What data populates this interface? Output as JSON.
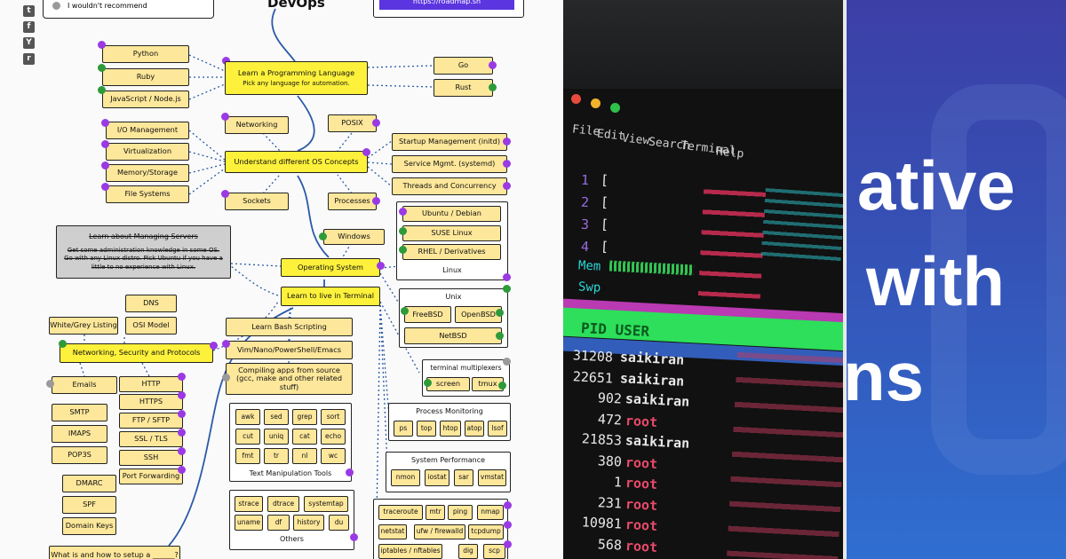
{
  "roadmap": {
    "survey_option": "I wouldn't recommend",
    "title": "DevOps",
    "url_button": "https://roadmap.sh",
    "share_icons": [
      "twitter-icon",
      "facebook-icon",
      "hackernews-icon",
      "reddit-icon"
    ],
    "languages": {
      "python": "Python",
      "ruby": "Ruby",
      "js": "JavaScript / Node.js",
      "main": "Learn a Programming Language",
      "main_sub": "Pick any language for automation.",
      "go": "Go",
      "rust": "Rust"
    },
    "os": {
      "io": "I/O Management",
      "virt": "Virtualization",
      "mem": "Memory/Storage",
      "fs": "File Systems",
      "networking": "Networking",
      "posix": "POSIX",
      "main": "Understand different OS Concepts",
      "sockets": "Sockets",
      "processes": "Processes",
      "startup": "Startup Management (initd)",
      "service": "Service Mgmt. (systemd)",
      "threads": "Threads and Concurrency"
    },
    "servers": {
      "title": "Learn about Managing Servers",
      "desc": "Get some administration knowledge in some OS. Go with any Linux distro. Pick Ubuntu if you have a little to no experience with Linux."
    },
    "linux": {
      "ubuntu": "Ubuntu / Debian",
      "suse": "SUSE Linux",
      "rhel": "RHEL / Derivatives",
      "label": "Linux",
      "windows": "Windows",
      "os_node": "Operating System"
    },
    "unix": {
      "label": "Unix",
      "freebsd": "FreeBSD",
      "openbsd": "OpenBSD",
      "netbsd": "NetBSD"
    },
    "terminal": {
      "main": "Learn to live in Terminal",
      "bash": "Learn Bash Scripting",
      "editors": "Vim/Nano/PowerShell/Emacs",
      "compile": "Compiling apps from source (gcc, make and other related stuff)",
      "text_tools": [
        "awk",
        "sed",
        "grep",
        "sort",
        "cut",
        "uniq",
        "cat",
        "echo",
        "fmt",
        "tr",
        "nl",
        "wc"
      ],
      "text_label": "Text Manipulation Tools",
      "others": [
        "strace",
        "dtrace",
        "systemtap",
        "uname",
        "df",
        "history",
        "du"
      ],
      "others_label": "Others"
    },
    "multiplexers": {
      "label": "terminal multiplexers",
      "screen": "screen",
      "tmux": "tmux"
    },
    "process": {
      "label": "Process Monitoring",
      "tools": [
        "ps",
        "top",
        "htop",
        "atop",
        "lsof"
      ]
    },
    "perf": {
      "label": "System Performance",
      "tools": [
        "nmon",
        "iostat",
        "sar",
        "vmstat"
      ]
    },
    "net_tools": [
      "traceroute",
      "mtr",
      "ping",
      "nmap",
      "netstat",
      "ufw / firewalld",
      "tcpdump",
      "iptables / nftables",
      "dig",
      "scp"
    ],
    "network": {
      "dns": "DNS",
      "osi": "OSI Model",
      "wg": "White/Grey Listing",
      "main": "Networking, Security and Protocols",
      "emails": "Emails",
      "smtp": "SMTP",
      "imaps": "IMAPS",
      "pop3s": "POP3S",
      "dmarc": "DMARC",
      "spf": "SPF",
      "domain": "Domain Keys",
      "http": "HTTP",
      "https": "HTTPS",
      "ftp": "FTP / SFTP",
      "ssl": "SSL / TLS",
      "ssh": "SSH",
      "port": "Port Forwarding",
      "setup": "What is and how to setup a ______?"
    }
  },
  "terminal_photo": {
    "menu": [
      "File",
      "Edit",
      "View",
      "Search",
      "Terminal",
      "Help"
    ],
    "cpu_rows": [
      "1",
      "2",
      "3",
      "4"
    ],
    "mem_label": "Mem",
    "swp_label": "Swp",
    "header": "PID USER",
    "processes": [
      {
        "pid": "31208",
        "user": "saikiran",
        "user_color": "#e8e8e8"
      },
      {
        "pid": "22651",
        "user": "saikiran",
        "user_color": "#e8e8e8"
      },
      {
        "pid": "902",
        "user": "saikiran",
        "user_color": "#e8e8e8"
      },
      {
        "pid": "472",
        "user": "root",
        "user_color": "#e84a6a"
      },
      {
        "pid": "21853",
        "user": "saikiran",
        "user_color": "#e8e8e8"
      },
      {
        "pid": "380",
        "user": "root",
        "user_color": "#e84a6a"
      },
      {
        "pid": "1",
        "user": "root",
        "user_color": "#e84a6a"
      },
      {
        "pid": "231",
        "user": "root",
        "user_color": "#e84a6a"
      },
      {
        "pid": "10981",
        "user": "root",
        "user_color": "#e84a6a"
      },
      {
        "pid": "568",
        "user": "root",
        "user_color": "#e84a6a"
      }
    ]
  },
  "promo": {
    "line1": "ative",
    "line2": "with",
    "line3": "ns"
  }
}
